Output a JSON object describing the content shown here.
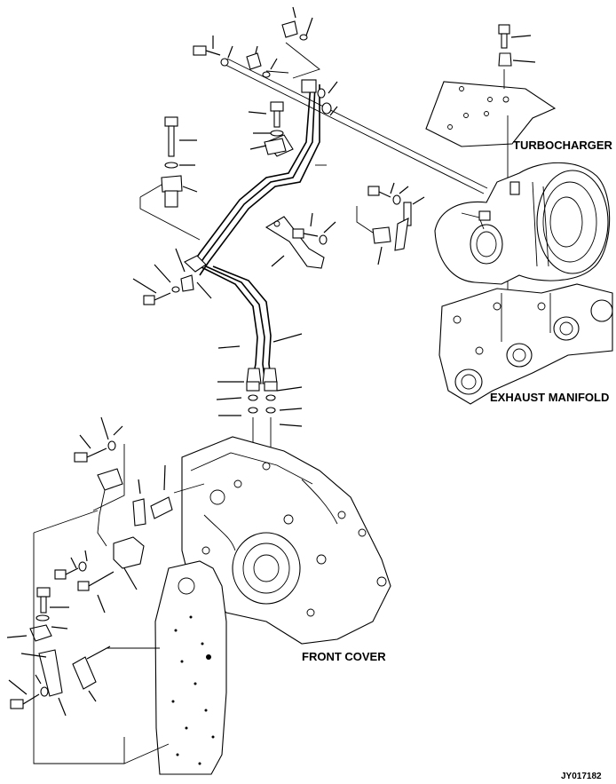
{
  "labels": {
    "turbocharger": "TURBOCHARGER",
    "exhaust_manifold": "EXHAUST MANIFOLD",
    "front_cover": "FRONT COVER",
    "drawing_id": "JY017182"
  },
  "colors": {
    "ink": "#000000",
    "paper": "#ffffff"
  }
}
